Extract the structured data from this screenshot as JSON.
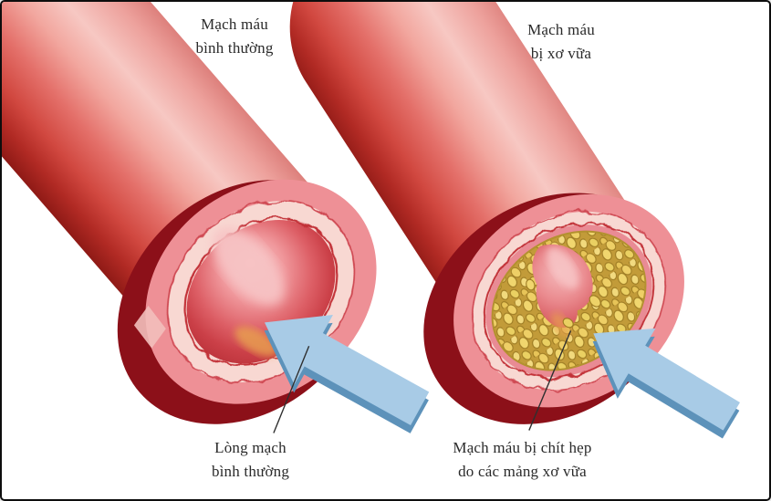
{
  "figure": {
    "description_line_count": 4
  },
  "vessels": {
    "normal": {
      "title": {
        "line1": "Mạch máu",
        "line2": "bình thường"
      },
      "caption": {
        "line1": "Lòng mạch",
        "line2": "bình thường"
      }
    },
    "atherosclerotic": {
      "title": {
        "line1": "Mạch máu",
        "line2": "bị xơ vữa"
      },
      "caption": {
        "line1": "Mạch máu bị chít hẹp",
        "line2": "do các mảng xơ vữa"
      }
    }
  },
  "icons": {
    "flow_arrow_left": "blood-flow-arrow",
    "flow_arrow_right": "blood-flow-arrow"
  },
  "colors": {
    "background": "#ffffff",
    "frame_border": "#0d0d0d",
    "text": "#2a2a2a",
    "vessel_outer_pink": "#ee9096",
    "vessel_pale_ring": "#f8d8d2",
    "vessel_media_pink": "#e98b94",
    "vessel_dark_red": "#8c1019",
    "wavy_line_red": "#c23139",
    "wavy_line_red_soft": "#cf4a52",
    "plaque_base": "#c29b39",
    "plaque_pebble": "#eed268",
    "plaque_pebble_outline": "#9d7b23",
    "arrow_blue": "#a8cbe6",
    "arrow_blue_dark": "#5d92ba",
    "arrow_outline": "#6d9ec4",
    "leader_line": "#2f2f2f",
    "highlight_pink": "#f7c3c4",
    "glow_orange": "#e8a14f"
  }
}
